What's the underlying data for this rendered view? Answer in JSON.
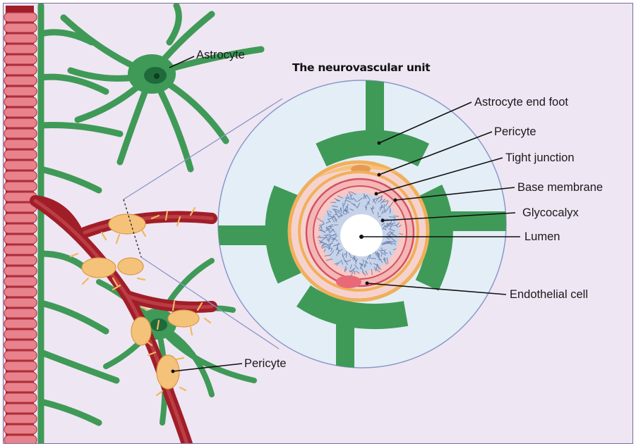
{
  "diagram": {
    "title": "The neurovascular unit",
    "labels": {
      "astrocyte": "Astrocyte",
      "astrocyte_end_foot": "Astrocyte end foot",
      "pericyte_inset": "Pericyte",
      "tight_junction": "Tight junction",
      "base_membrane": "Base membrane",
      "glycocalyx": "Glycocalyx",
      "lumen": "Lumen",
      "endothelial_cell": "Endothelial cell",
      "pericyte_vessel": "Pericyte"
    },
    "colors": {
      "background": "#efe6f3",
      "astrocyte": "#3f9a57",
      "astrocyte_dark": "#1f6a3a",
      "vessel_red": "#a01e28",
      "vessel_light": "#e8828c",
      "pericyte": "#f5c27a",
      "inset_fill": "#e4eef7",
      "glycocalyx": "#7f97bf"
    }
  }
}
